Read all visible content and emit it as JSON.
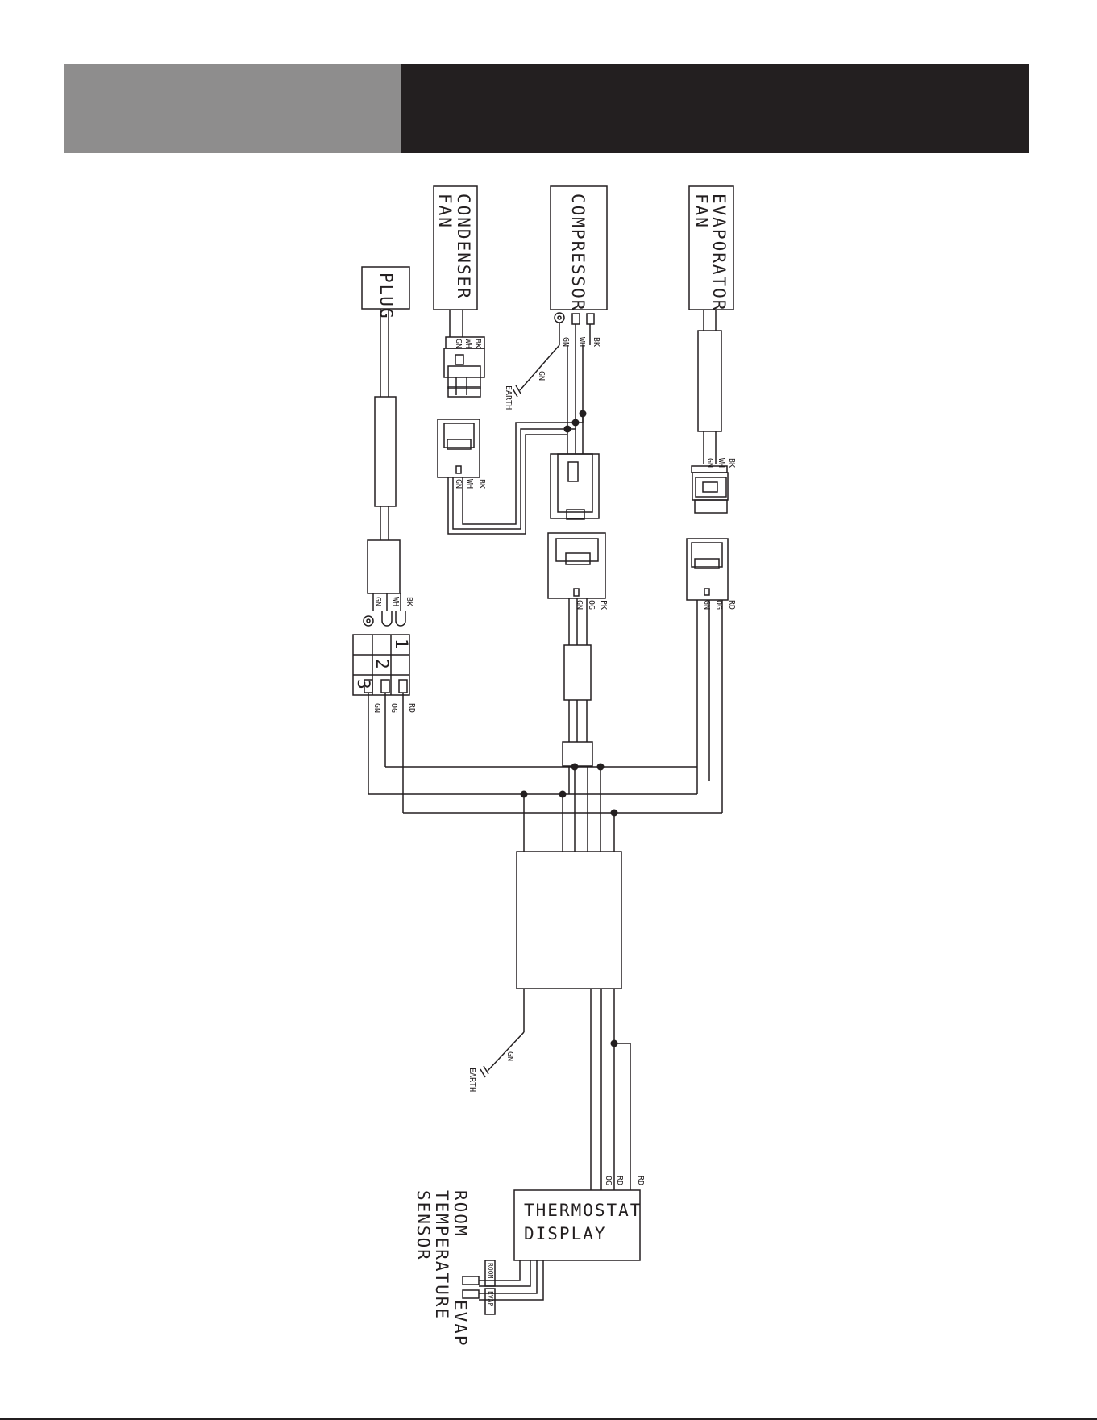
{
  "components": {
    "condenser_fan": [
      "CONDENSER",
      "FAN"
    ],
    "compressor": "COMPRESSOR",
    "evaporator_fan": [
      "EVAPORATOR",
      "FAN"
    ],
    "plug": "PLUG",
    "thermostat_display": [
      "THERMOSTAT",
      "DISPLAY"
    ],
    "room_sensor": "ROOM",
    "evap_sensor": "EVAP",
    "temperature_sensor": [
      "TEMPERATURE",
      "SENSOR"
    ],
    "room_tag": "ROOM",
    "evap_tag": "EVAP"
  },
  "wire_codes": {
    "bk": "BK",
    "wh": "WH",
    "gn": "GN",
    "og": "OG",
    "rd": "RD",
    "pk": "PK"
  },
  "earth_labels": {
    "earth": "EARTH",
    "gn": "GN"
  },
  "terminal_block": [
    "1",
    "2",
    "3"
  ]
}
